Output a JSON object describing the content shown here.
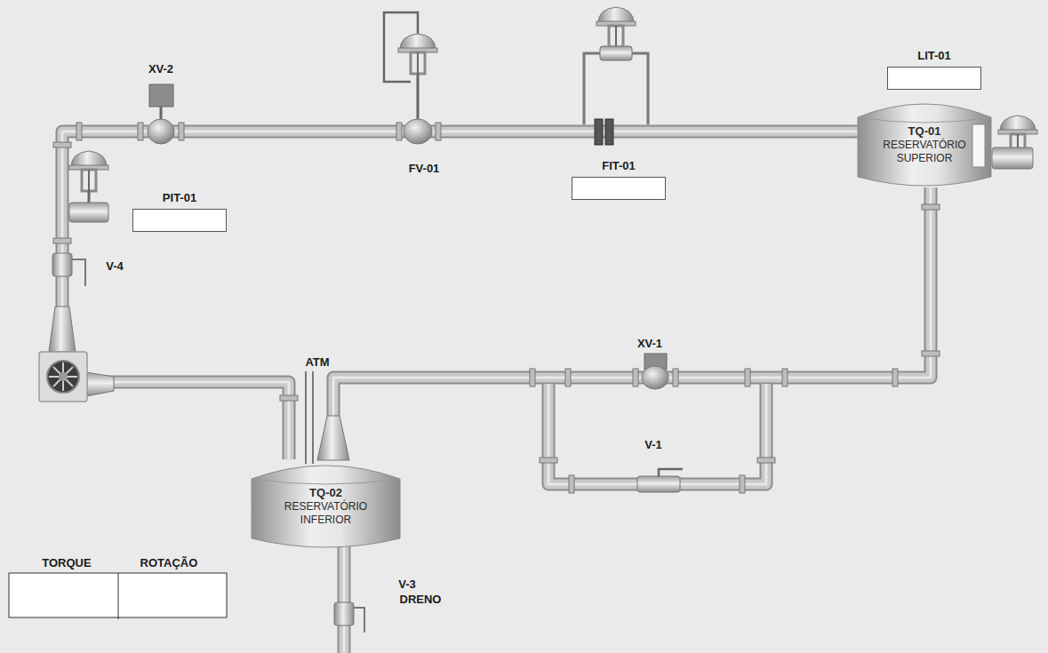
{
  "diagram": {
    "nodes": [
      {
        "text": [
          "LIT-01"
        ]
      },
      {
        "text": [
          "TQ-01",
          "RESERVATÓRIO SUPERIOR"
        ]
      },
      {
        "text": [
          "FIT-01"
        ]
      },
      {
        "text": [
          "PIT-01"
        ]
      },
      {
        "text": [
          "TQ-02",
          "RESERVATÓRIO INFERIOR"
        ]
      }
    ],
    "edges": [
      {
        "from": 4,
        "to": 1,
        "arrow": "none"
      },
      {
        "from": 1,
        "to": 4,
        "arrow": "none"
      }
    ],
    "labels": [
      "XV-2",
      "FV-01",
      "XV-1",
      "V-1",
      "V-4",
      "V-3",
      "DRENO",
      "ATM",
      "TORQUE",
      "ROTAÇÃO"
    ]
  }
}
